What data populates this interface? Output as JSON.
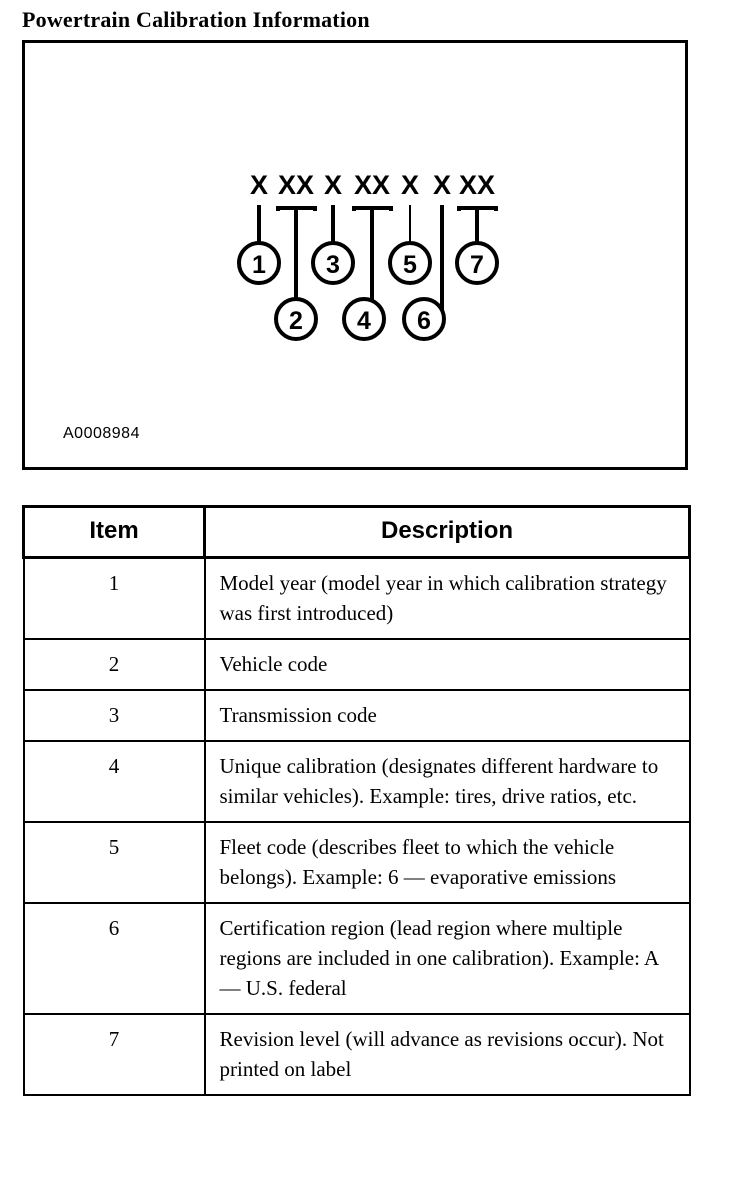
{
  "document": {
    "title": "Powertrain Calibration Information"
  },
  "figure": {
    "reference_code": "A0008984",
    "code_pattern": "X XX X XX X X XX",
    "groups": [
      {
        "callout": "1",
        "chars": "X",
        "char_count": 1,
        "bracket": false,
        "row": "top"
      },
      {
        "callout": "2",
        "chars": "XX",
        "char_count": 2,
        "bracket": true,
        "row": "bottom"
      },
      {
        "callout": "3",
        "chars": "X",
        "char_count": 1,
        "bracket": false,
        "row": "top"
      },
      {
        "callout": "4",
        "chars": "XX",
        "char_count": 2,
        "bracket": true,
        "row": "bottom"
      },
      {
        "callout": "5",
        "chars": "X",
        "char_count": 1,
        "bracket": false,
        "row": "top"
      },
      {
        "callout": "6",
        "chars": "X",
        "char_count": 1,
        "bracket": false,
        "row": "bottom"
      },
      {
        "callout": "7",
        "chars": "XX",
        "char_count": 2,
        "bracket": true,
        "row": "top"
      }
    ]
  },
  "table": {
    "headers": {
      "item": "Item",
      "description": "Description"
    },
    "rows": [
      {
        "item": "1",
        "description": "Model year (model year in which calibration strategy was first introduced)"
      },
      {
        "item": "2",
        "description": "Vehicle code"
      },
      {
        "item": "3",
        "description": "Transmission code"
      },
      {
        "item": "4",
        "description": "Unique calibration (designates different hardware to similar vehicles). Example: tires, drive ratios, etc."
      },
      {
        "item": "5",
        "description": "Fleet code (describes fleet to which the vehicle belongs). Example: 6 — evaporative emissions"
      },
      {
        "item": "6",
        "description": "Certification region (lead region where multiple regions are included in one calibration). Example: A — U.S. federal"
      },
      {
        "item": "7",
        "description": "Revision level (will advance as revisions occur). Not printed on label"
      }
    ]
  },
  "colors": {
    "ink": "#000000",
    "page": "#ffffff"
  }
}
